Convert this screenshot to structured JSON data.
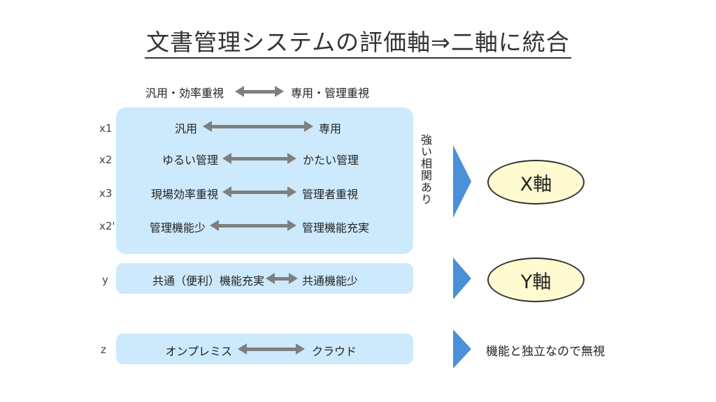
{
  "title": "文書管理システムの評価軸⇒二軸に統合",
  "header_axis": {
    "left": "汎用・効率重視",
    "right": "専用・管理重視"
  },
  "x_rows": [
    {
      "label": "x1",
      "left": "汎用",
      "right": "専用"
    },
    {
      "label": "x2",
      "left": "ゆるい管理",
      "right": "かたい管理"
    },
    {
      "label": "x3",
      "left": "現場効率重視",
      "right": "管理者重視"
    },
    {
      "label": "x2'",
      "left": "管理機能少",
      "right": "管理機能充実"
    }
  ],
  "correlation_note": "強い相関あり",
  "y_row": {
    "label": "y",
    "left": "共通（便利）機能充実",
    "right": "共通機能少"
  },
  "z_row": {
    "label": "z",
    "left": "オンプレミス",
    "right": "クラウド"
  },
  "results": {
    "x": "X軸",
    "y": "Y軸",
    "z": "機能と独立なので無視"
  },
  "colors": {
    "panel": "#cdeafc",
    "arrow": "#7f7f7f",
    "chevron": "#4a90d9",
    "ellipse": "#fffbd0"
  }
}
